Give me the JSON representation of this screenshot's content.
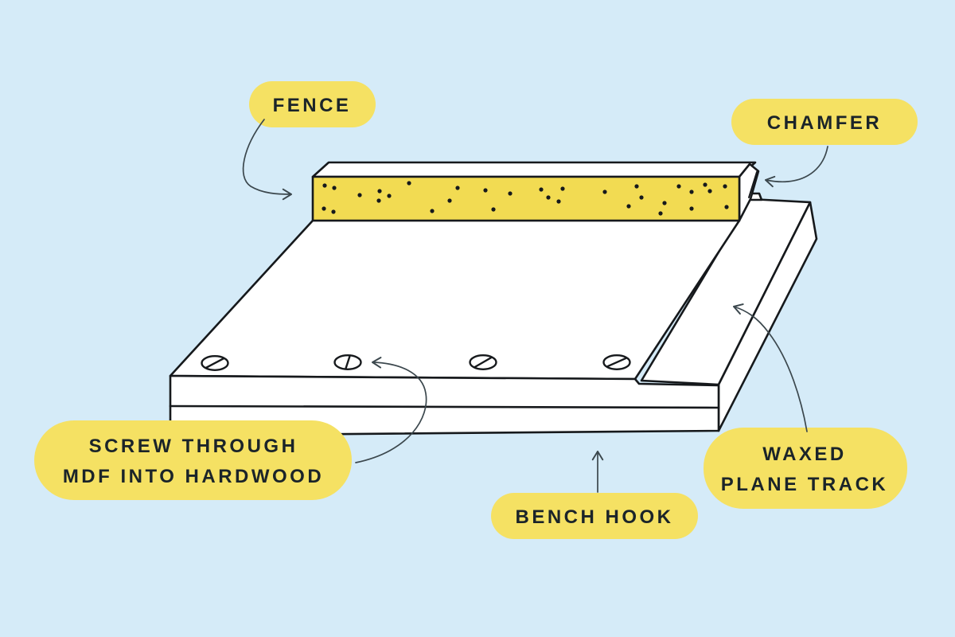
{
  "theme": {
    "background": "#d5ebf8",
    "line_color": "#16191c",
    "arrow_color": "#3b474d",
    "pill_fill": "#f5e163",
    "fence_fill": "#f2db52",
    "board_fill": "#ffffff",
    "text_color": "#1b2429"
  },
  "labels": {
    "fence": "FENCE",
    "chamfer": "CHAMFER",
    "screw_line1": "SCREW THROUGH",
    "screw_line2": "MDF INTO HARDWOOD",
    "bench_hook": "BENCH HOOK",
    "waxed_line1": "WAXED",
    "waxed_line2": "PLANE TRACK"
  }
}
